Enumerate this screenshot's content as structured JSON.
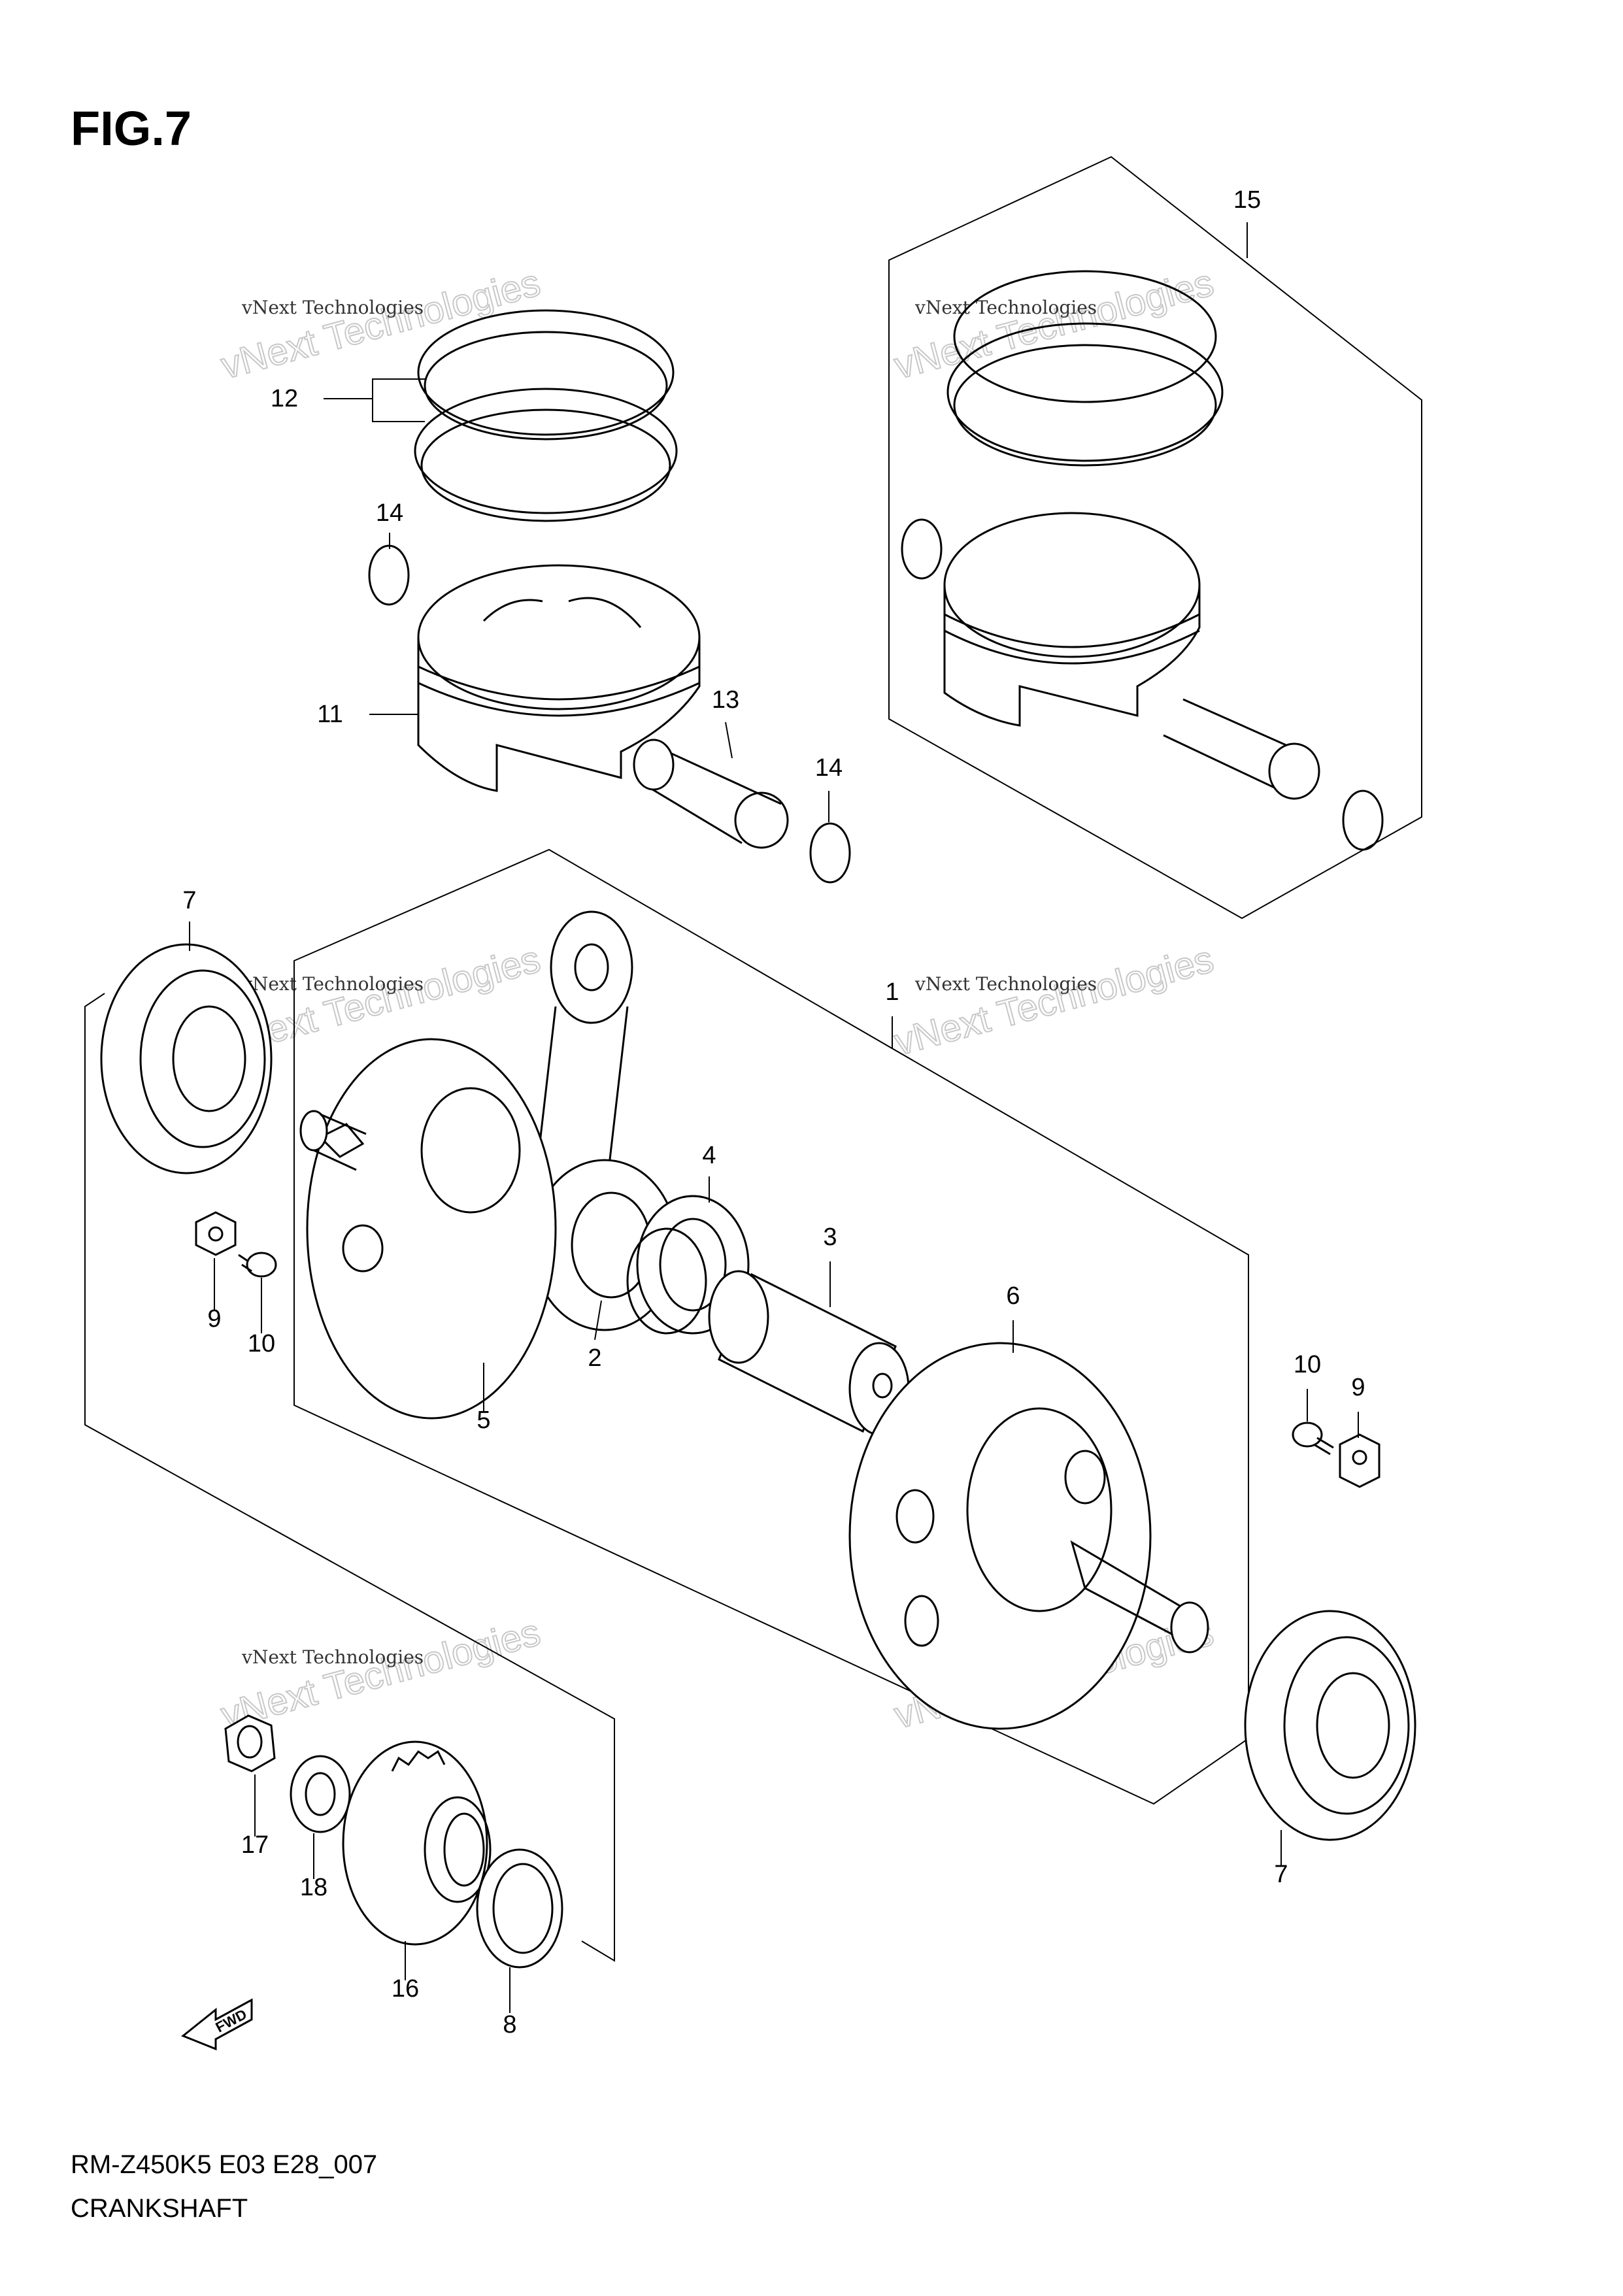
{
  "figure": {
    "title": "FIG.7",
    "model_code": "RM-Z450K5 E03 E28_007",
    "name": "CRANKSHAFT"
  },
  "watermark": {
    "line1": "vNext Technologies",
    "line2": "vNext Technologies"
  },
  "direction_indicator": "FWD",
  "callouts": [
    "1",
    "2",
    "3",
    "4",
    "5",
    "6",
    "7",
    "7",
    "8",
    "9",
    "9",
    "10",
    "10",
    "11",
    "12",
    "13",
    "14",
    "14",
    "15",
    "16",
    "17",
    "18"
  ]
}
